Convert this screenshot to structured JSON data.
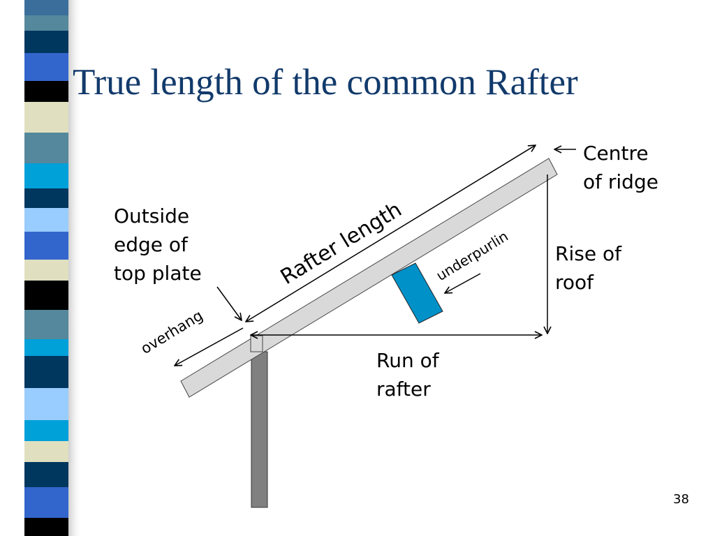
{
  "slide": {
    "title": "True length of the common Rafter",
    "page_number": "38"
  },
  "labels": {
    "centre_of_ridge": "Centre\nof ridge",
    "outside_edge": "Outside\nedge of\ntop plate",
    "rafter_length": "Rafter length",
    "underpurlin": "underpurlin",
    "rise_of_roof": "Rise of\nroof",
    "overhang": "overhang",
    "run_of_rafter": "Run of\nrafter"
  },
  "colors": {
    "title": "#123a6b",
    "rafter_fill": "#d9d9d9",
    "post_fill": "#808080",
    "purlin_fill": "#0091c8",
    "stripe_palette": [
      "#55889c",
      "#00375f",
      "#3366cc",
      "#000000",
      "#e0e0c0",
      "#00a0d8",
      "#99ccff"
    ]
  }
}
